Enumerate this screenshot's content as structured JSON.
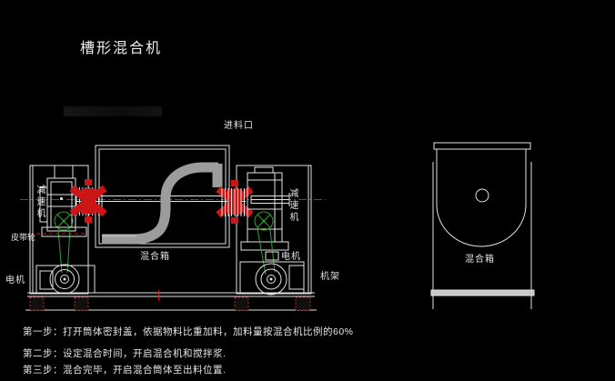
{
  "title": "槽形混合机",
  "colors": {
    "line": "#e4e4e4",
    "red_accent": "#cc1616",
    "green_accent": "#2da32d",
    "ribbon_gray": "#9c9c9c"
  },
  "elevation_view": {
    "feed_inlet_label": "进料口",
    "mixing_box_label": "混合箱",
    "left_reducer_label": "减速机",
    "right_reducer_label": "减速机",
    "belt_pulley_label": "皮带轮",
    "left_motor_label": "电机",
    "right_motor_label": "电机",
    "frame_label": "机架"
  },
  "side_view": {
    "mixing_box_label": "混合箱"
  },
  "instructions": {
    "step1": "第一步：打开筒体密封盖，依据物料比重加料，加料量按混合机比例的60%",
    "step2": "第二步：设定混合时间，开启混合机和搅拌浆.",
    "step3": "第三步：混合完毕，开启混合筒体至出料位置."
  }
}
